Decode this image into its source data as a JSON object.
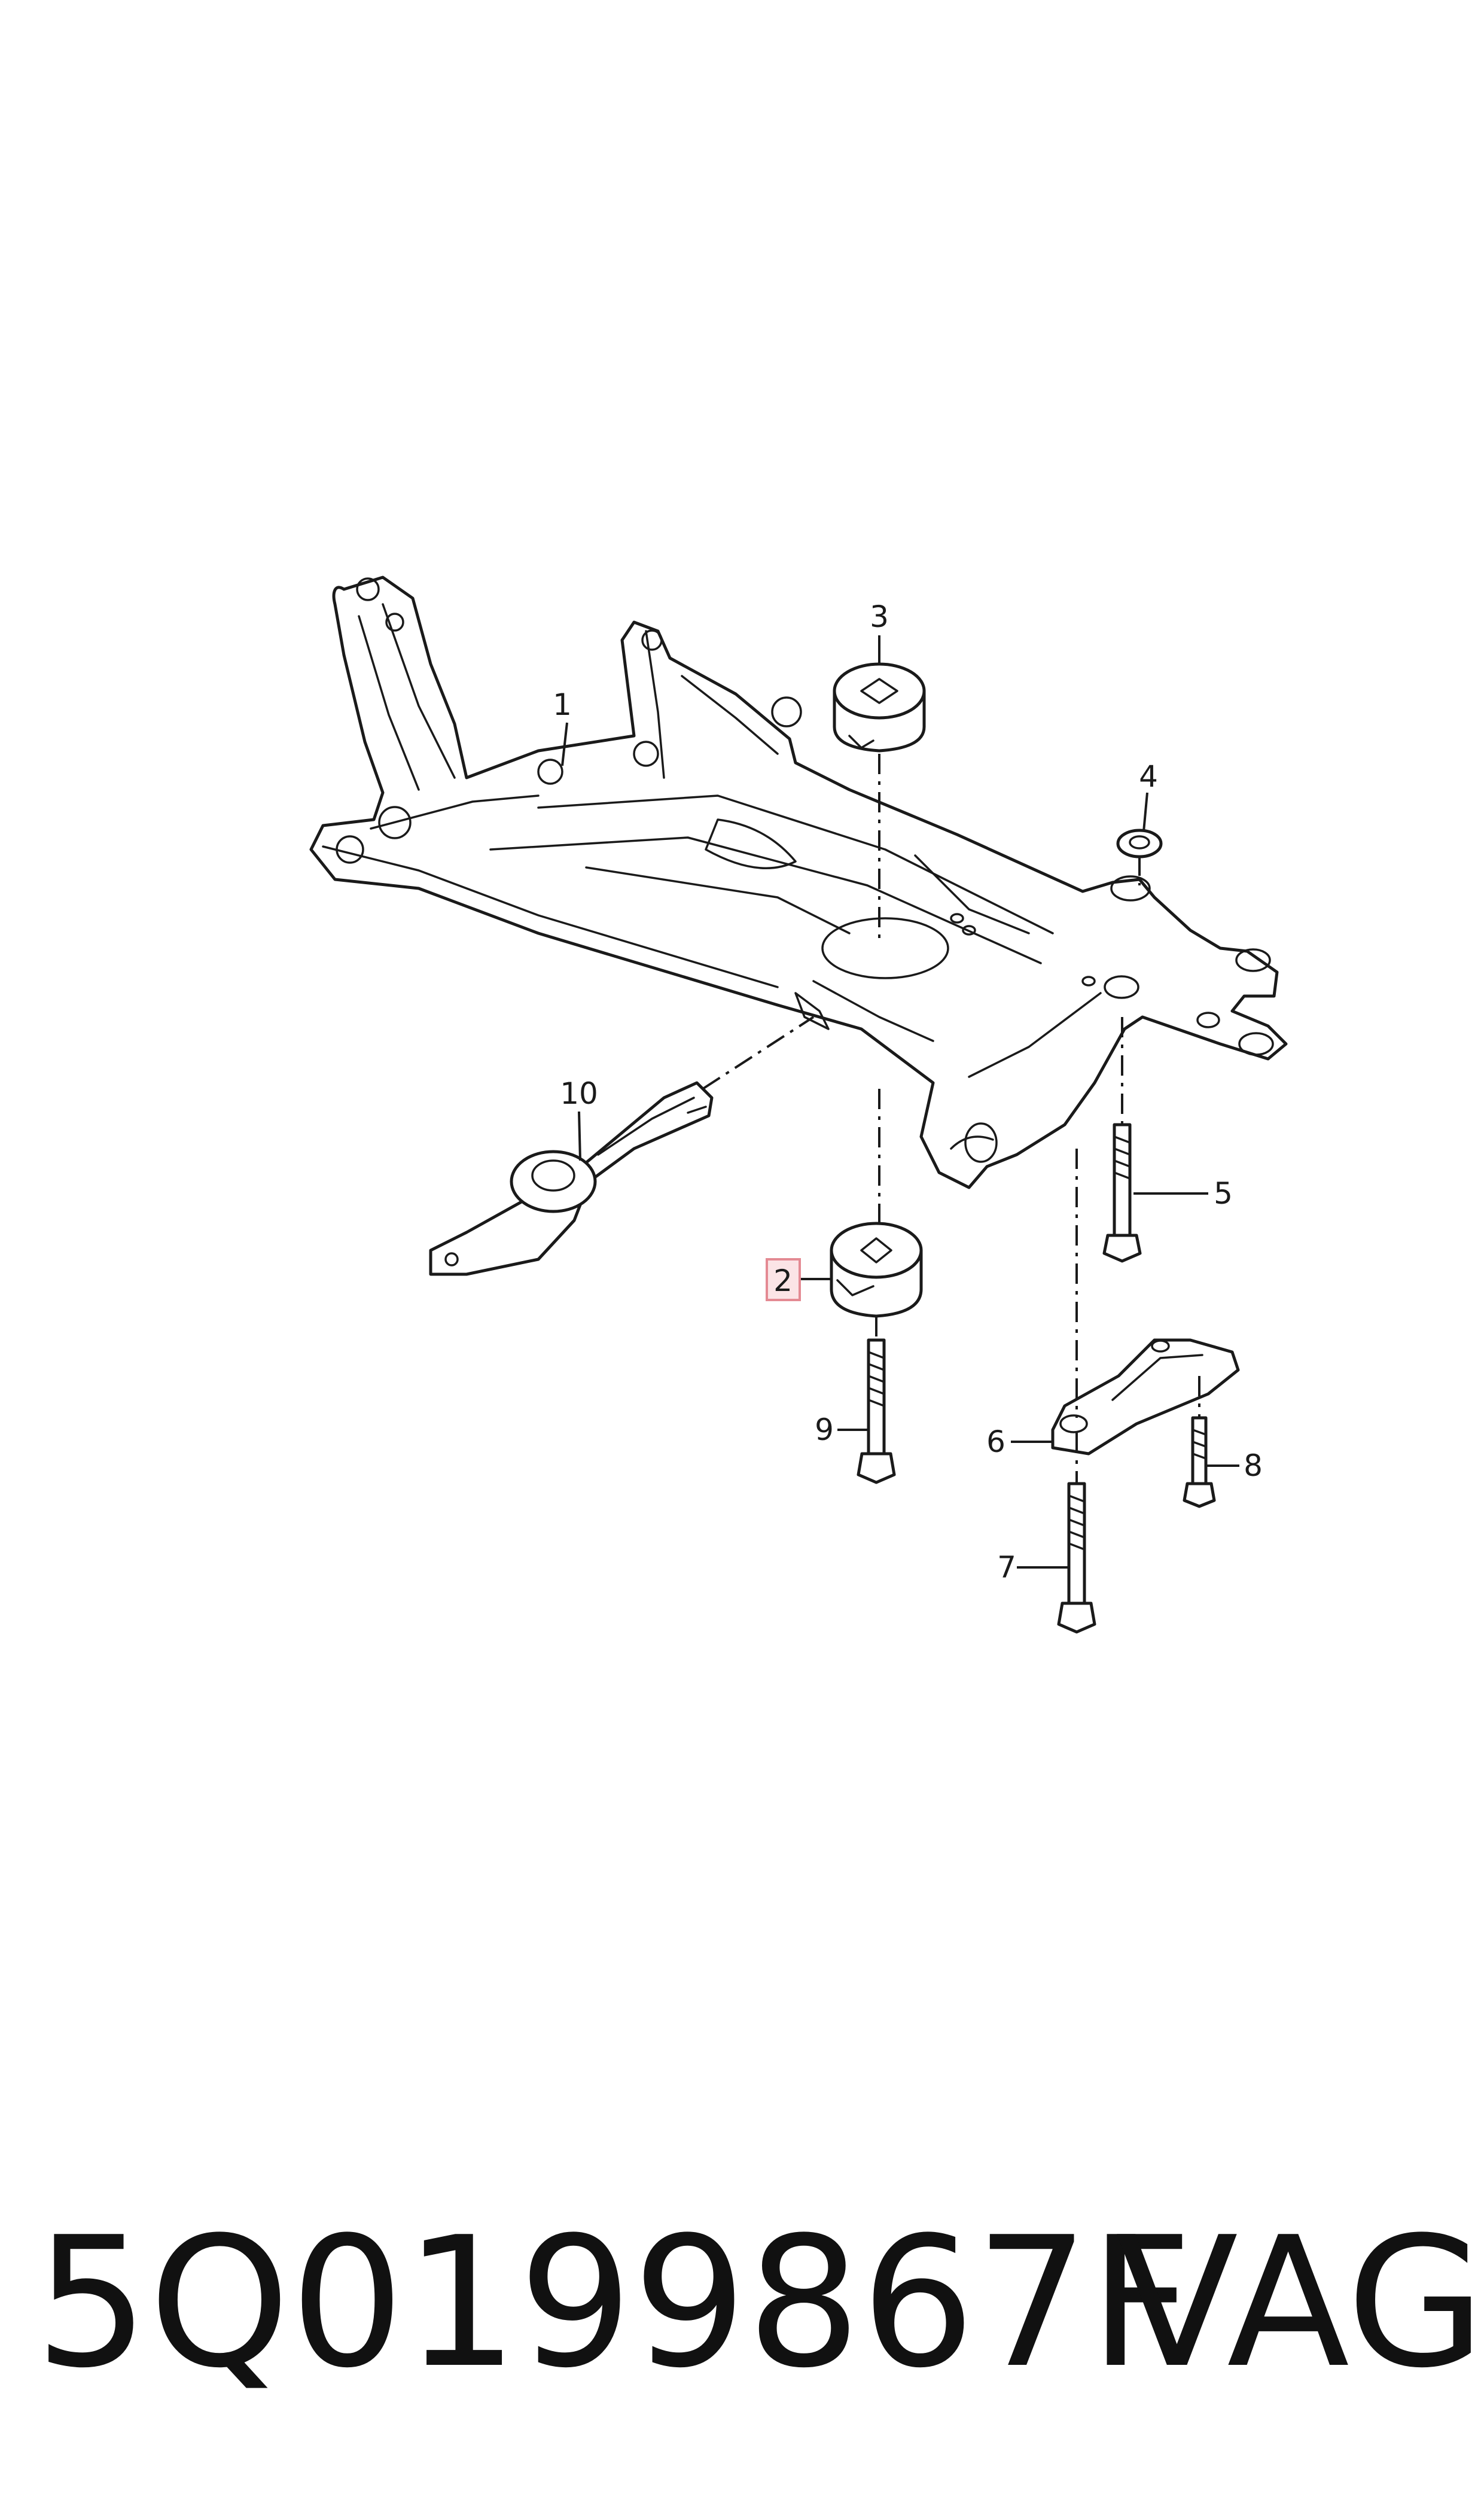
{
  "callouts": [
    {
      "id": "1",
      "label": "1"
    },
    {
      "id": "2",
      "label": "2",
      "highlighted": true
    },
    {
      "id": "3",
      "label": "3"
    },
    {
      "id": "4",
      "label": "4"
    },
    {
      "id": "5",
      "label": "5"
    },
    {
      "id": "6",
      "label": "6"
    },
    {
      "id": "7",
      "label": "7"
    },
    {
      "id": "8",
      "label": "8"
    },
    {
      "id": "9",
      "label": "9"
    },
    {
      "id": "10",
      "label": "10"
    }
  ],
  "caption": {
    "part_number": "5Q0199867F",
    "brand": "VAG"
  },
  "colors": {
    "line": "#1a1a1a",
    "highlight_fill": "#fbe4e6",
    "highlight_stroke": "#e48a93"
  }
}
